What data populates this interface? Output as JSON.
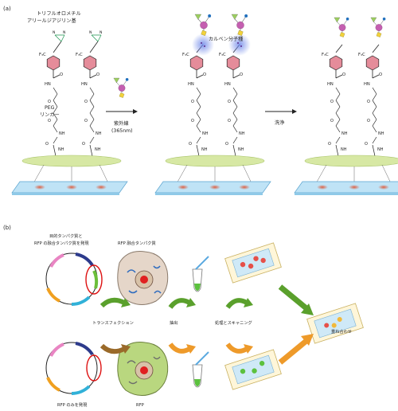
{
  "panel_a": {
    "label": "(a)",
    "diazirine_label_line1": "トリフルオロメチル",
    "diazirine_label_line2": "アリールジアジリン基",
    "peg_label_line1": "PEG",
    "peg_label_line2": "リンカー",
    "cf3": "F₃C",
    "nh": "NH",
    "hn": "HN",
    "o": "O",
    "n": "N",
    "step1_line1": "紫外線",
    "step1_line2": "(365nm)",
    "carbene_label": "カルベン分子種",
    "step2": "洗浄"
  },
  "panel_b": {
    "label": "(b)",
    "plasmid_top_line1": "目的タンパク質と",
    "plasmid_top_line2": "RFP の融合タンパク質を発現",
    "cell_top": "RFP 融合タンパク質",
    "transfection": "トランスフェクション",
    "extraction": "抽出",
    "treatment": "処理とスキャニング",
    "overlay": "重ね合わせ",
    "plasmid_bottom": "RFP のみを発現",
    "cell_bottom": "RFP"
  },
  "colors": {
    "benzene": "#e58c9a",
    "sugar_purple": "#c45fb0",
    "sugar_yellow": "#f2d23a",
    "sugar_green": "#9ccf5f",
    "sugar_blue": "#1f6fbd",
    "surface_green": "#d7e8a4",
    "slide_blue": "#bfe3f6",
    "arrow_green": "#5aa02c",
    "arrow_brown": "#9a6a2a",
    "arrow_orange": "#ee9a2a"
  }
}
